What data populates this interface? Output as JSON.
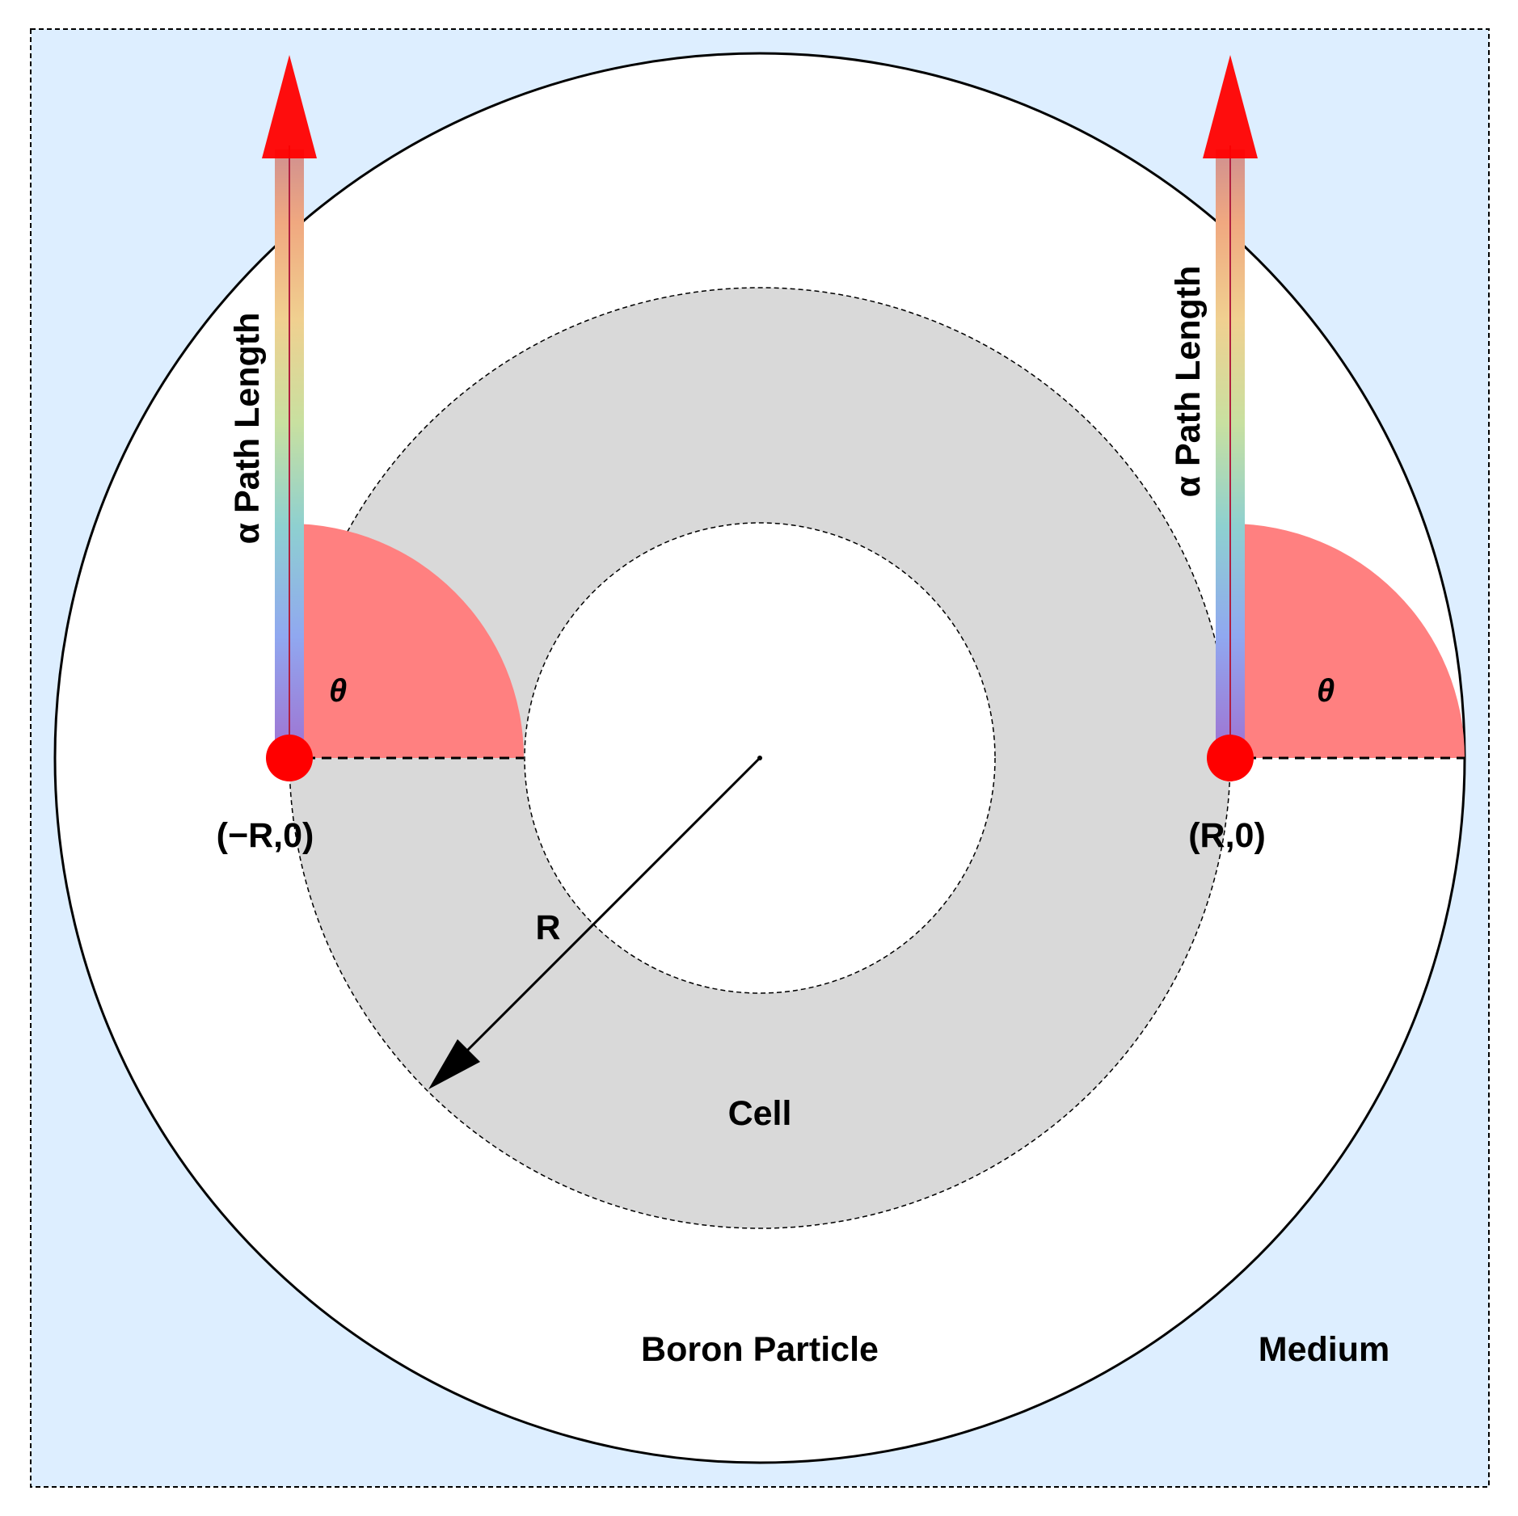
{
  "regions": {
    "medium": "Medium",
    "particle": "Boron Particle",
    "cell": "Cell"
  },
  "points": {
    "left": "(−R,0)",
    "right": "(R,0)"
  },
  "radius_label": "R",
  "angle_label": "θ",
  "path_label": "α Path Length",
  "colors": {
    "medium_fill": "#ddeeff",
    "cell_fill": "#d9d9d9",
    "wedge_fill": "#ff8080",
    "source_point": "#ff0000",
    "arrow_head": "#ff0000"
  }
}
